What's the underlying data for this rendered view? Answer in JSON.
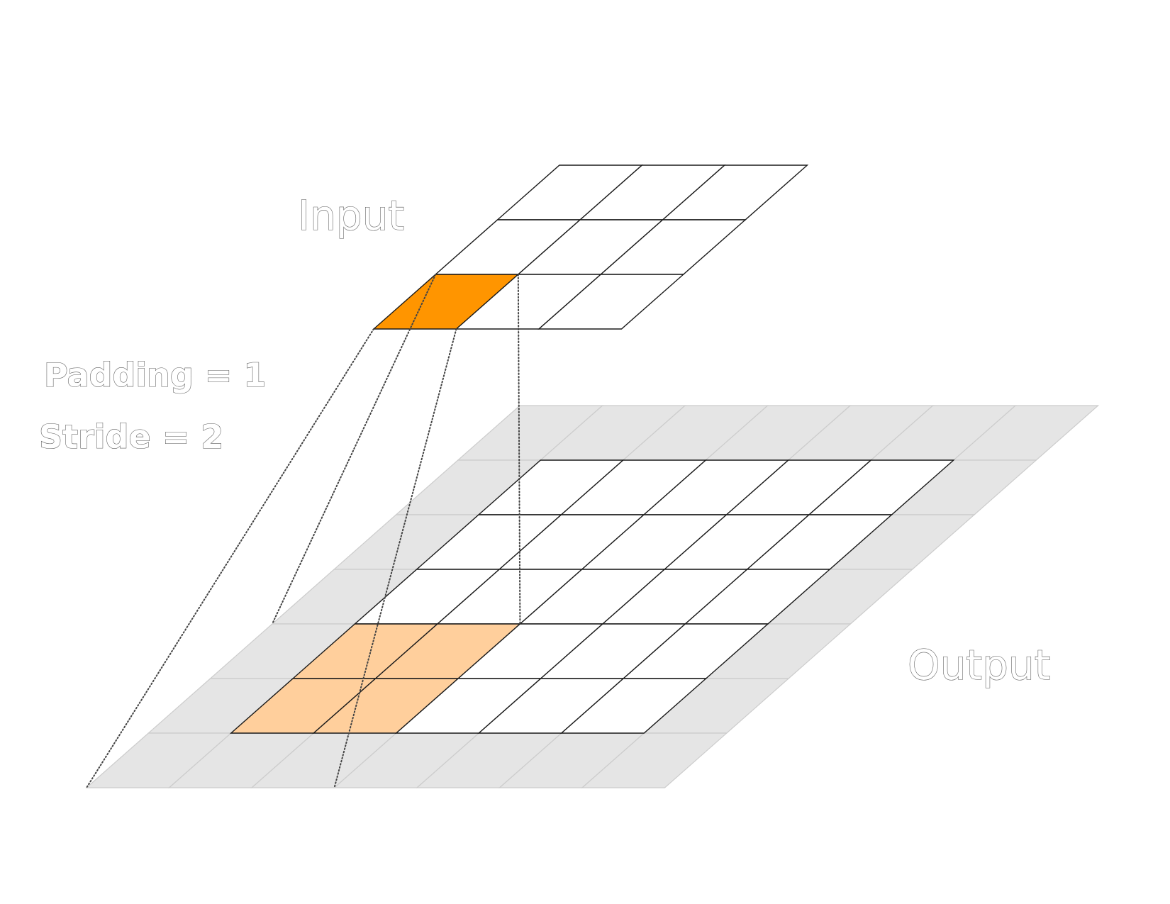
{
  "labels": {
    "input": "Input",
    "output": "Output",
    "padding": "Padding = 1",
    "stride": "Stride = 2"
  },
  "grids": {
    "input": {
      "rows": 3,
      "cols": 3,
      "highlighted_cell": {
        "row": 2,
        "col": 0
      }
    },
    "output_padded": {
      "rows": 7,
      "cols": 7
    },
    "output": {
      "rows": 5,
      "cols": 5,
      "highlighted_cells": [
        {
          "row": 3,
          "col": 0
        },
        {
          "row": 3,
          "col": 1
        },
        {
          "row": 4,
          "col": 0
        },
        {
          "row": 4,
          "col": 1
        }
      ]
    }
  },
  "colors": {
    "input_highlight": "#ff9500",
    "output_highlight": "#ffcf9c",
    "padding_fill": "#e5e5e5",
    "padding_lines": "#cccccc",
    "grid_lines": "#1a1a1a",
    "projection_lines": "#444444"
  }
}
